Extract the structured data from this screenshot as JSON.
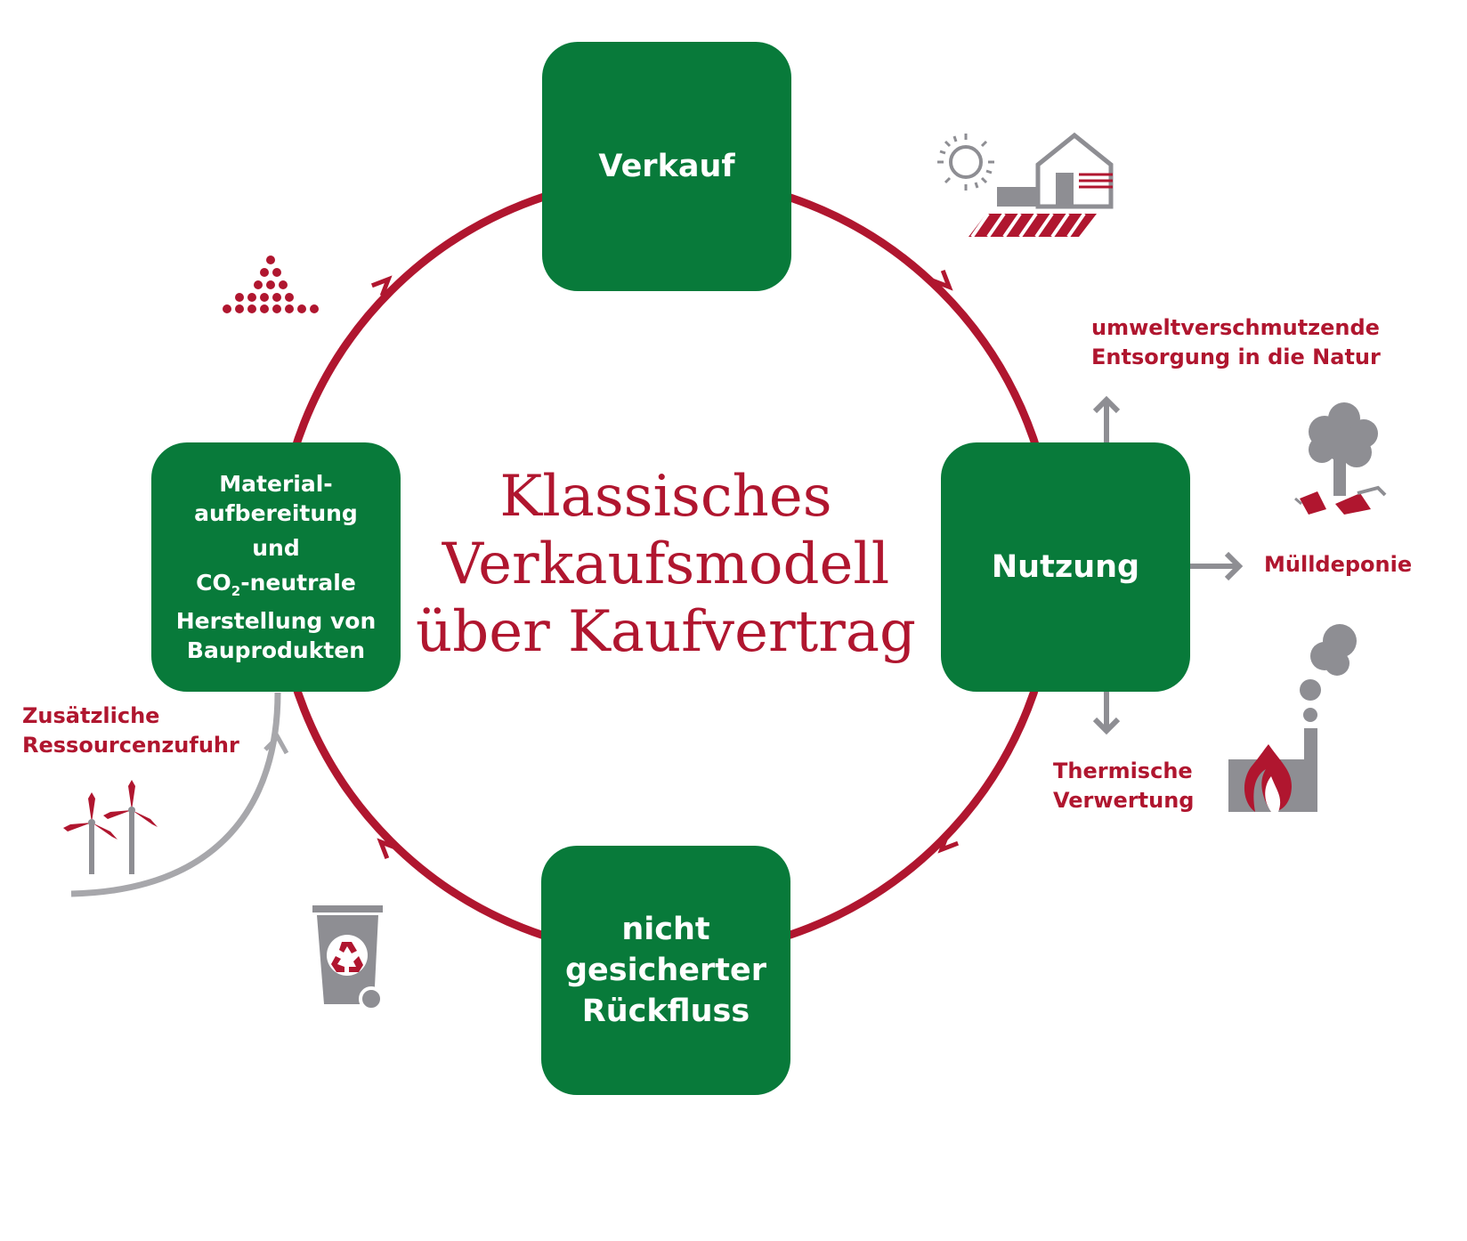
{
  "diagram": {
    "center_title": {
      "line1": "Klassisches",
      "line2": "Verkaufsmodell",
      "line3": "über Kaufvertrag"
    },
    "stages": {
      "verkauf": {
        "label": "Verkauf"
      },
      "nutzung": {
        "label": "Nutzung"
      },
      "rueckfluss": {
        "line1": "nicht",
        "line2": "gesicherter",
        "line3": "Rückfluss"
      },
      "material": {
        "line1": "Material-",
        "line2": "aufbereitung",
        "line3": "und",
        "line4_pre": "CO",
        "line4_sub": "2",
        "line4_post": "-neutrale",
        "line5": "Herstellung von",
        "line6": "Bauprodukten"
      }
    },
    "outputs": {
      "environment": {
        "line1": "umweltverschmutzende",
        "line2": "Entsorgung in die Natur"
      },
      "landfill": {
        "label": "Mülldeponie"
      },
      "thermal": {
        "line1": "Thermische",
        "line2": "Verwertung"
      }
    },
    "input": {
      "line1": "Zusätzliche",
      "line2": "Ressourcenzufuhr"
    },
    "icons": [
      "sun-house-field-icon",
      "dot-pile-icon",
      "tree-litter-icon",
      "factory-fire-icon",
      "recycling-bin-icon",
      "wind-turbines-icon"
    ],
    "colors": {
      "green": "#087a3a",
      "red": "#b0162f",
      "gray": "#8e8e93",
      "white": "#ffffff"
    }
  }
}
